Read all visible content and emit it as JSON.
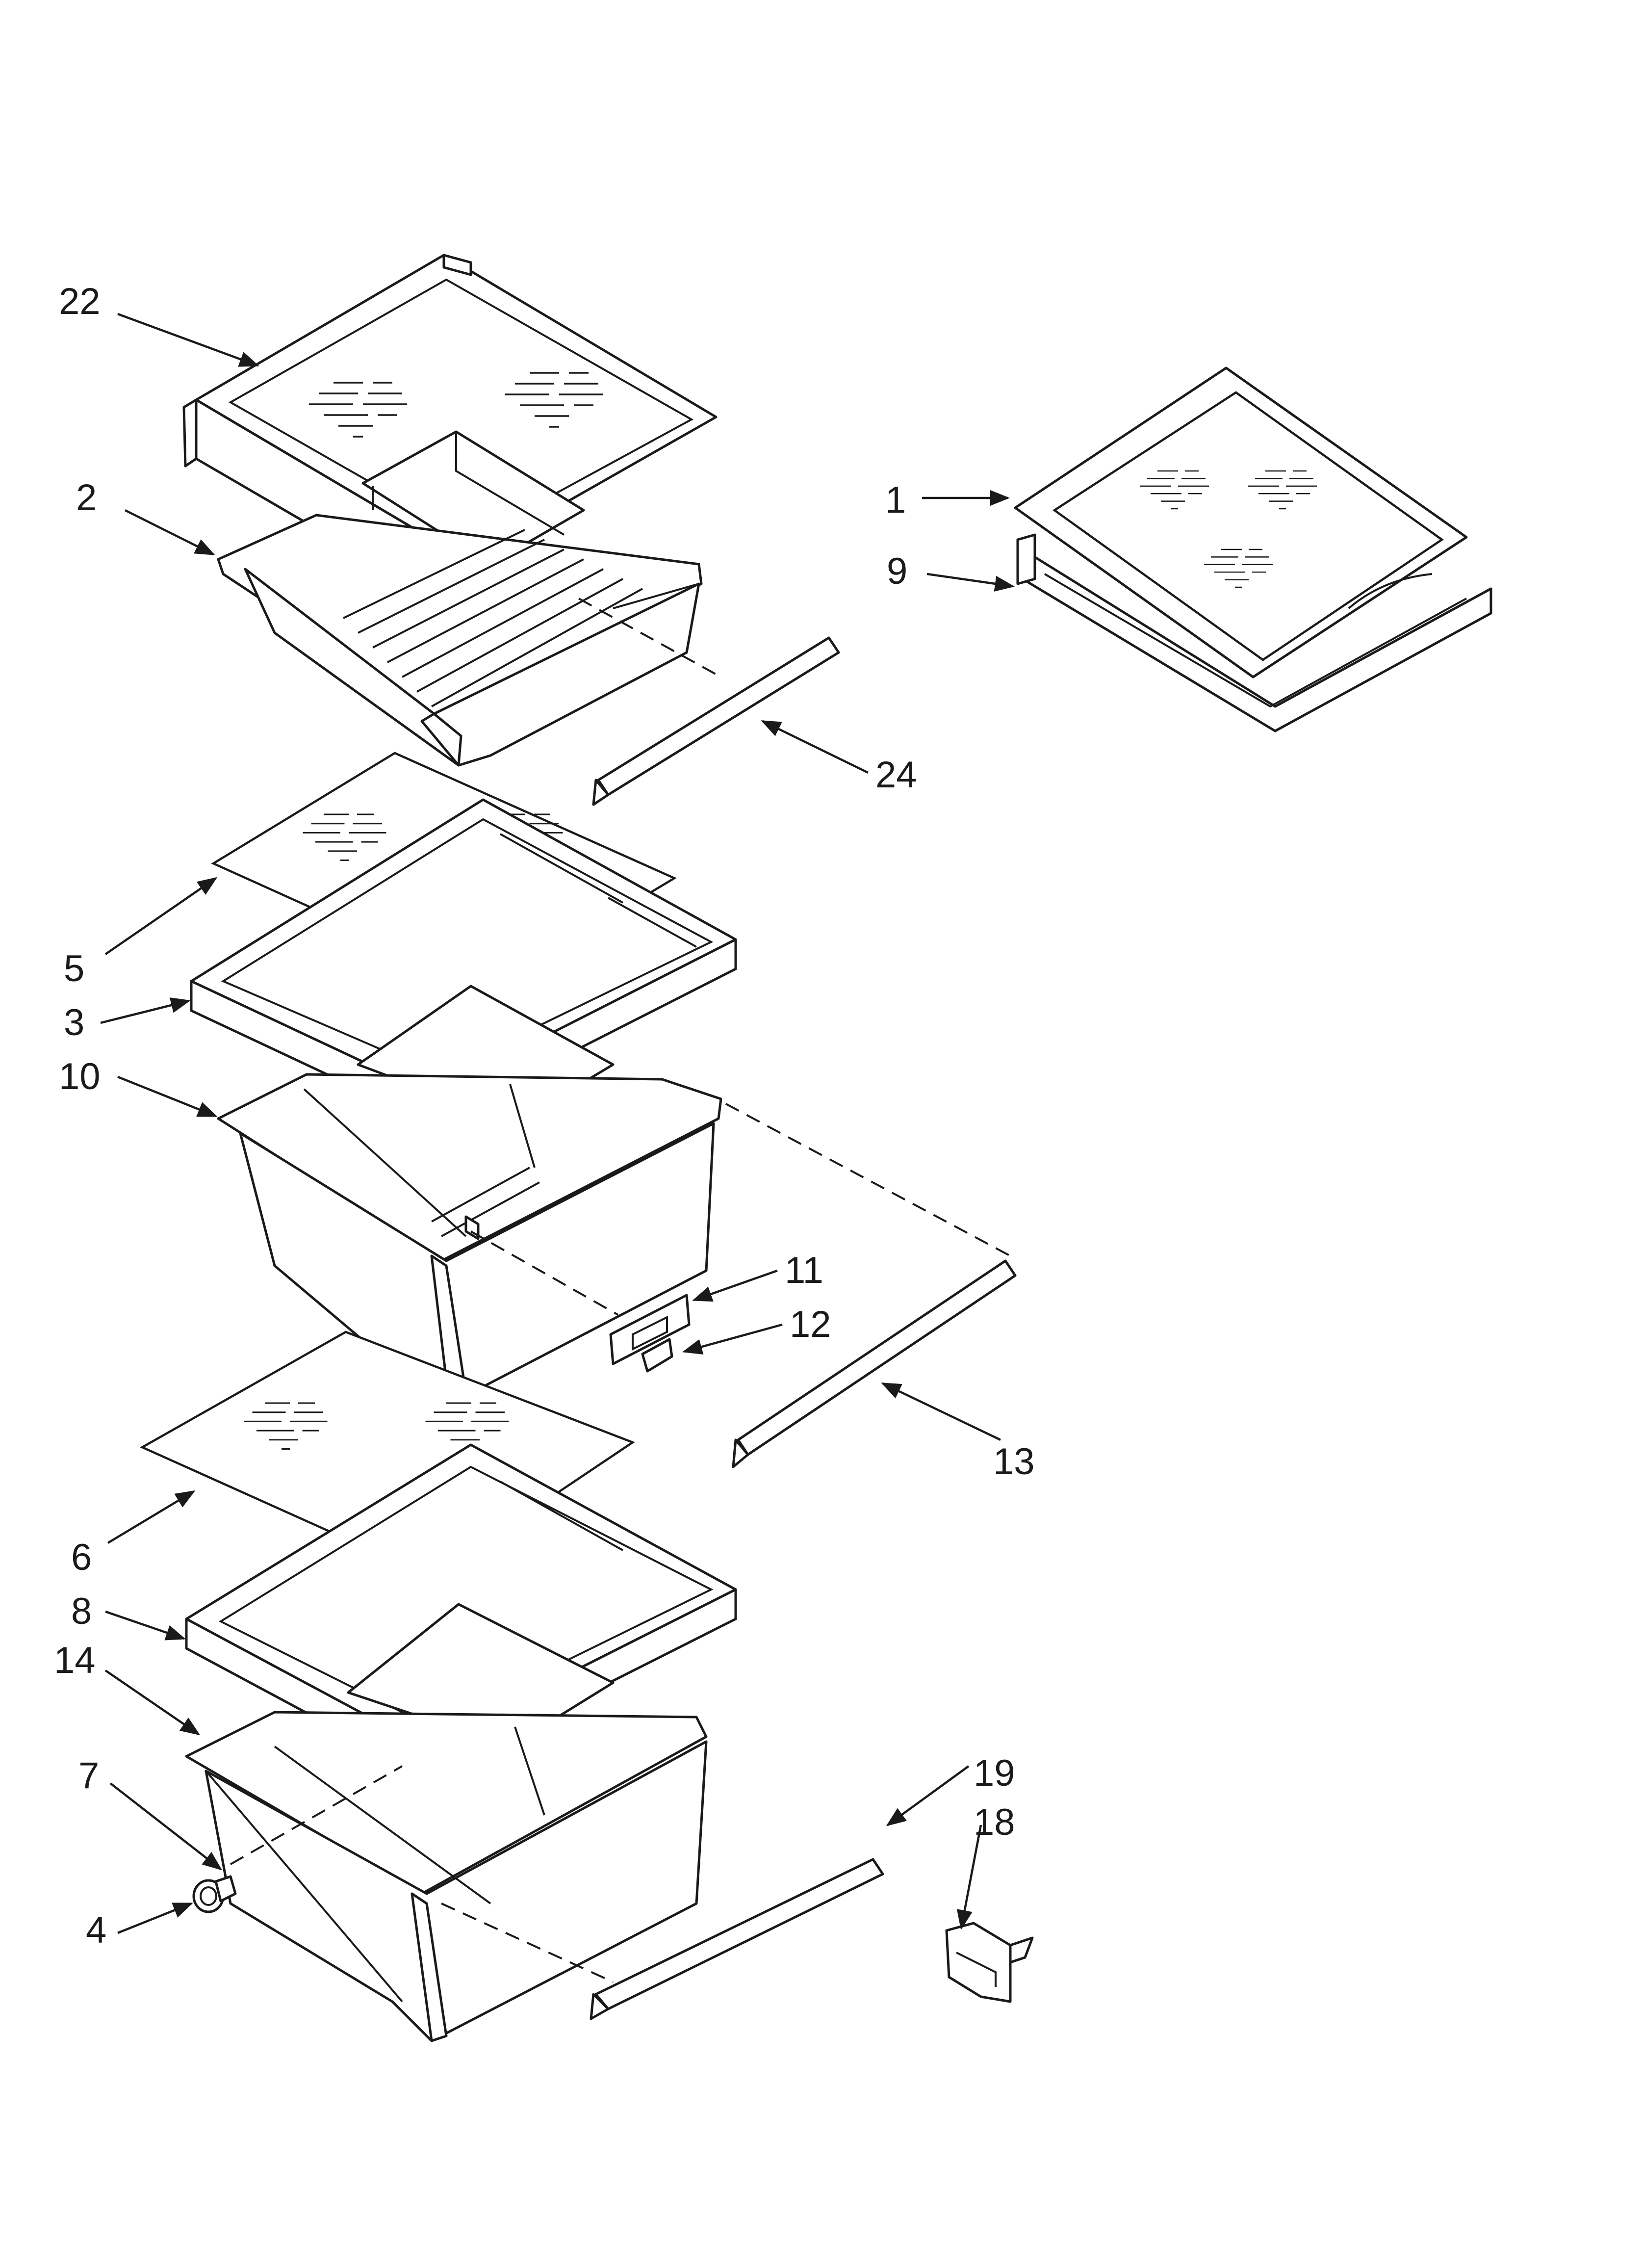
{
  "diagram": {
    "callouts": [
      "1",
      "2",
      "3",
      "4",
      "5",
      "6",
      "7",
      "8",
      "9",
      "10",
      "11",
      "12",
      "13",
      "14",
      "18",
      "19",
      "22",
      "24"
    ]
  }
}
